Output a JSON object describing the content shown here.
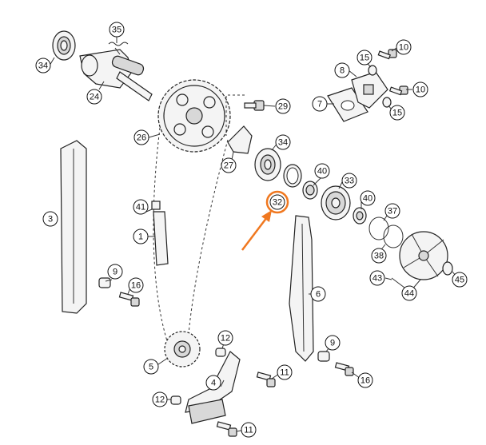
{
  "diagram": {
    "highlight_color": "#f07820",
    "callouts": [
      {
        "id": "c34a",
        "label": "34"
      },
      {
        "id": "c35",
        "label": "35"
      },
      {
        "id": "c24",
        "label": "24"
      },
      {
        "id": "c26",
        "label": "26"
      },
      {
        "id": "c29",
        "label": "29"
      },
      {
        "id": "c27",
        "label": "27"
      },
      {
        "id": "c34b",
        "label": "34"
      },
      {
        "id": "c8",
        "label": "8"
      },
      {
        "id": "c15a",
        "label": "15"
      },
      {
        "id": "c10a",
        "label": "10"
      },
      {
        "id": "c7",
        "label": "7"
      },
      {
        "id": "c10b",
        "label": "10"
      },
      {
        "id": "c15b",
        "label": "15"
      },
      {
        "id": "c40a",
        "label": "40"
      },
      {
        "id": "c33",
        "label": "33"
      },
      {
        "id": "c32",
        "label": "32"
      },
      {
        "id": "c40b",
        "label": "40"
      },
      {
        "id": "c37",
        "label": "37"
      },
      {
        "id": "c38",
        "label": "38"
      },
      {
        "id": "c3",
        "label": "3"
      },
      {
        "id": "c41",
        "label": "41"
      },
      {
        "id": "c1",
        "label": "1"
      },
      {
        "id": "c9a",
        "label": "9"
      },
      {
        "id": "c16a",
        "label": "16"
      },
      {
        "id": "c6",
        "label": "6"
      },
      {
        "id": "c43",
        "label": "43"
      },
      {
        "id": "c44",
        "label": "44"
      },
      {
        "id": "c45",
        "label": "45"
      },
      {
        "id": "c12a",
        "label": "12"
      },
      {
        "id": "c9b",
        "label": "9"
      },
      {
        "id": "c5",
        "label": "5"
      },
      {
        "id": "c4",
        "label": "4"
      },
      {
        "id": "c11a",
        "label": "11"
      },
      {
        "id": "c16b",
        "label": "16"
      },
      {
        "id": "c12b",
        "label": "12"
      },
      {
        "id": "c11b",
        "label": "11"
      }
    ]
  }
}
